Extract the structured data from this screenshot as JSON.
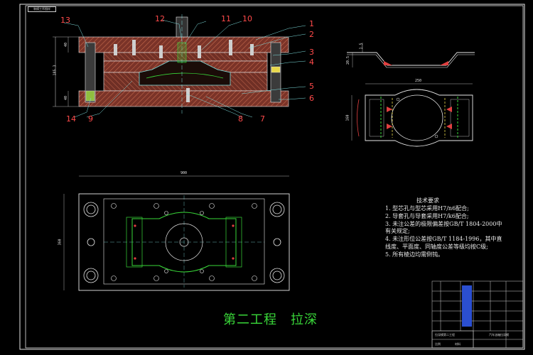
{
  "stamp_label": "装模工序图样",
  "callouts": {
    "n1": "1",
    "n2": "2",
    "n3": "3",
    "n4": "4",
    "n5": "5",
    "n6": "6",
    "n7": "7",
    "n8": "8",
    "n9": "9",
    "n10": "10",
    "n11": "11",
    "n12": "12",
    "n13": "13",
    "n14": "14"
  },
  "dimensions": {
    "left_height": "185.3",
    "left_top": "40",
    "left_bottom": "40",
    "part_height": "20.5",
    "part_small": "1.5",
    "plan_width": "250",
    "plan_height": "160",
    "base_width": "900",
    "base_height": "360"
  },
  "tech": {
    "title": "技术要求",
    "lines": [
      "1. 型芯孔与型芯采用H7/n6配合;",
      "2. 导套孔与导套采用H7/k6配合;",
      "3. 未注公差的极限偏差按GB/T 1804-2000中",
      "   有关规定;",
      "4. 未注形位公差按GB/T 1184-1996，其中直",
      "   线度、平面度、同轴度公差等级均按C级;",
      "5. 所有棱边均需倒钝。"
    ]
  },
  "stage_label": "第二工程　拉深",
  "title_block": {
    "name": "汽车油箱拉深模",
    "drawing_name": "拉深模第二工程",
    "scale": "比例",
    "material": "材料"
  },
  "colors": {
    "frame": "#e8e8e8",
    "section_fill": "#8b3a2e",
    "hatch": "#c25a3c",
    "outline": "#7fe0e0",
    "callout": "#ff4a4a",
    "green": "#39d739",
    "yellow": "#e8d84a"
  }
}
